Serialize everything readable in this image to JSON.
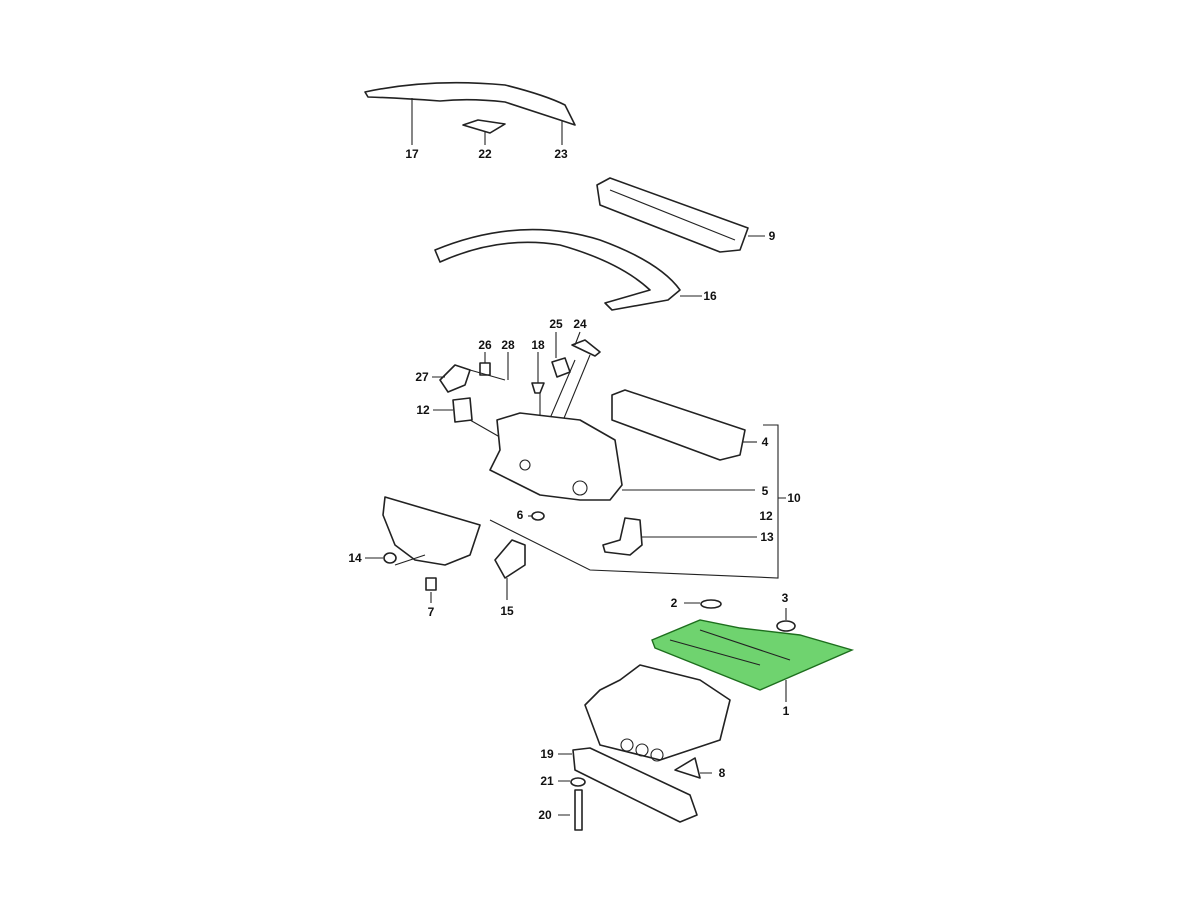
{
  "diagram": {
    "title": "",
    "highlight_color": "#6fd36f",
    "callouts": [
      "17",
      "22",
      "23",
      "9",
      "16",
      "26",
      "28",
      "25",
      "24",
      "18",
      "27",
      "12",
      "4",
      "5",
      "10",
      "12",
      "13",
      "6",
      "14",
      "7",
      "15",
      "2",
      "3",
      "1",
      "19",
      "8",
      "21",
      "20"
    ],
    "highlighted_part": "1"
  }
}
